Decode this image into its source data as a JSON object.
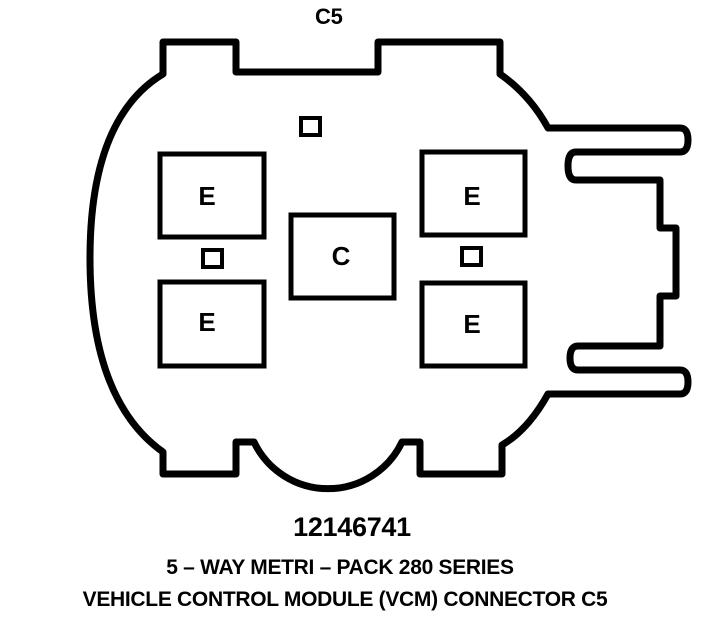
{
  "connector": {
    "label": "C5",
    "part_number": "12146741",
    "series": "5 – WAY METRI – PACK 280 SERIES",
    "caption": "VEHICLE CONTROL MODULE (VCM) CONNECTOR C5",
    "cavities": {
      "top_left": "E",
      "top_right": "E",
      "center": "C",
      "bottom_left": "E",
      "bottom_right": "E"
    },
    "color": "#000000"
  }
}
